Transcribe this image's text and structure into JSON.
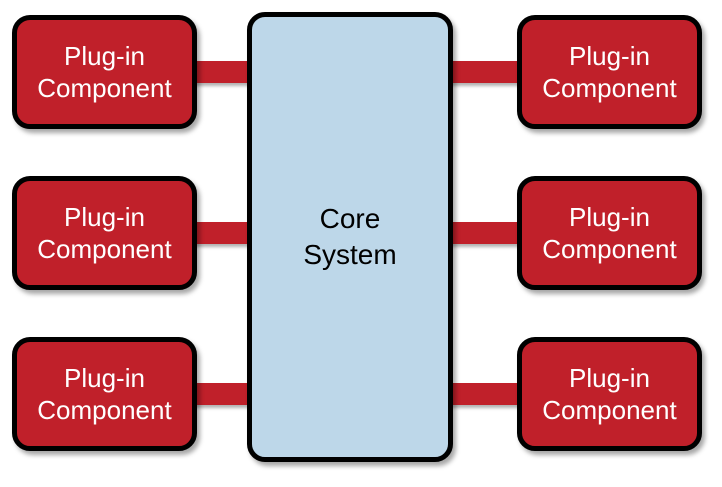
{
  "diagram": {
    "title_semantic": "microkernel-plugin-architecture",
    "core": {
      "label": "Core\nSystem"
    },
    "plugins": [
      {
        "label": "Plug-in\nComponent",
        "side": "left",
        "row": 1
      },
      {
        "label": "Plug-in\nComponent",
        "side": "left",
        "row": 2
      },
      {
        "label": "Plug-in\nComponent",
        "side": "left",
        "row": 3
      },
      {
        "label": "Plug-in\nComponent",
        "side": "right",
        "row": 1
      },
      {
        "label": "Plug-in\nComponent",
        "side": "right",
        "row": 2
      },
      {
        "label": "Plug-in\nComponent",
        "side": "right",
        "row": 3
      }
    ],
    "connectors": [
      {
        "from": "plugin-left-1",
        "to": "core"
      },
      {
        "from": "plugin-left-2",
        "to": "core"
      },
      {
        "from": "plugin-left-3",
        "to": "core"
      },
      {
        "from": "plugin-right-1",
        "to": "core"
      },
      {
        "from": "plugin-right-2",
        "to": "core"
      },
      {
        "from": "plugin-right-3",
        "to": "core"
      }
    ],
    "colors": {
      "plugin_fill": "#c0202a",
      "core_fill": "#bdd7e9",
      "border_color": "#000000",
      "connector_color": "#c0202a",
      "bg_color": "#ffffff"
    }
  }
}
